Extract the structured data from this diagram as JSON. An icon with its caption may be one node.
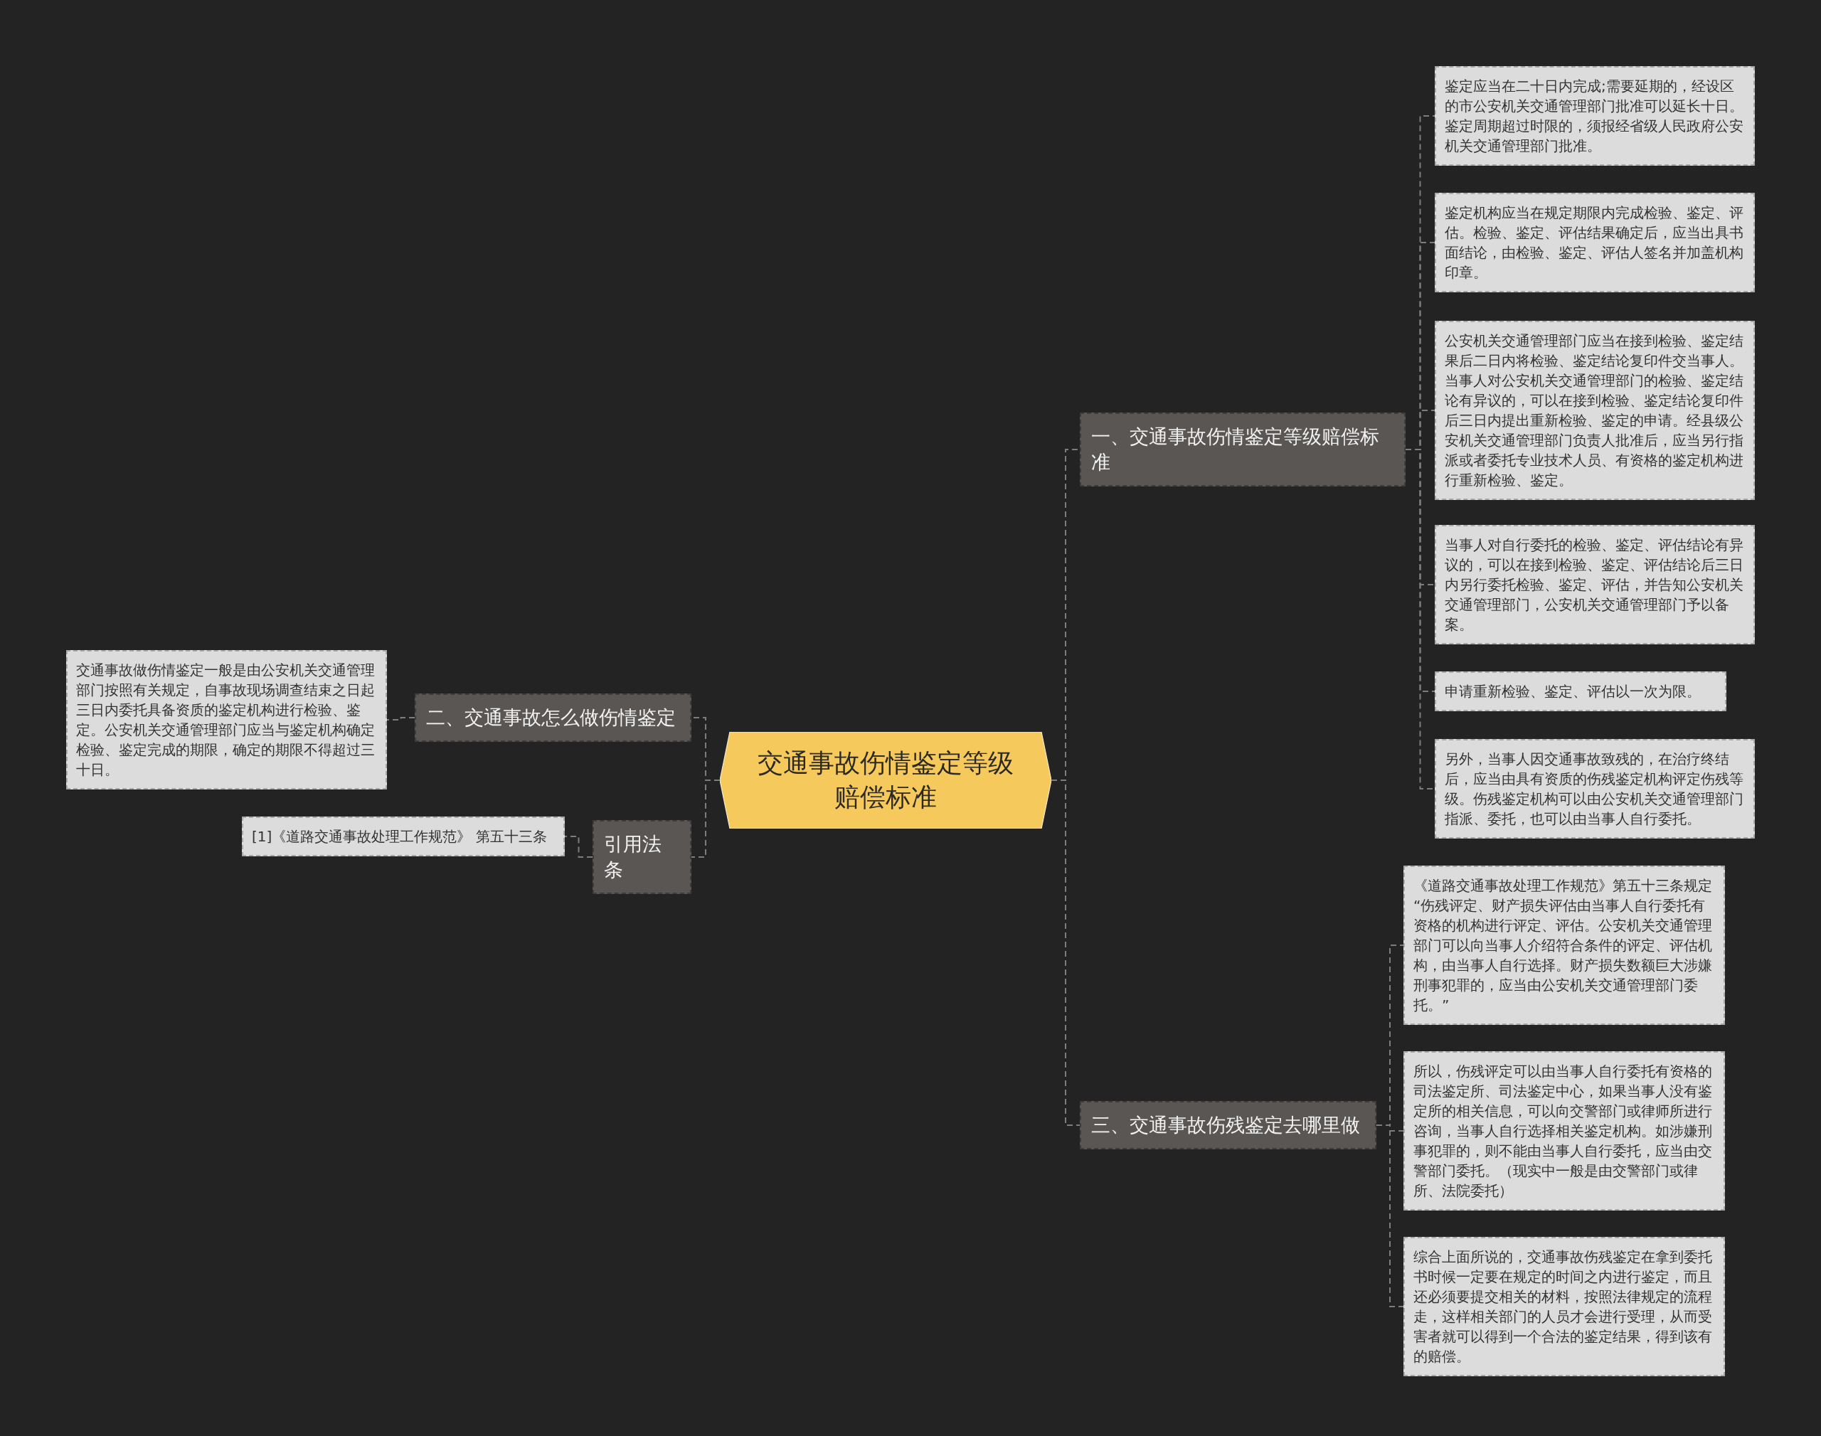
{
  "diagram": {
    "nodes": [
      {
        "text": [
          "交通事故伤情鉴定等级赔偿标准"
        ]
      },
      {
        "text": [
          "一、交通事故伤情鉴定等级赔偿标准"
        ]
      },
      {
        "text": [
          "鉴定应当在二十日内完成;需要延期的，经设区的市公安机关交通管理部门批准可以延长十日。鉴定周期超过时限的，须报经省级人民政府公安机关交通管理部门批准。"
        ]
      },
      {
        "text": [
          "鉴定机构应当在规定期限内完成检验、鉴定、评估。检验、鉴定、评估结果确定后，应当出具书面结论，由检验、鉴定、评估人签名并加盖机构印章。"
        ]
      },
      {
        "text": [
          "公安机关交通管理部门应当在接到检验、鉴定结果后二日内将检验、鉴定结论复印件交当事人。当事人对公安机关交通管理部门的检验、鉴定结论有异议的，可以在接到检验、鉴定结论复印件后三日内提出重新检验、鉴定的申请。经县级公安机关交通管理部门负责人批准后，应当另行指派或者委托专业技术人员、有资格的鉴定机构进行重新检验、鉴定。"
        ]
      },
      {
        "text": [
          "当事人对自行委托的检验、鉴定、评估结论有异议的，可以在接到检验、鉴定、评估结论后三日内另行委托检验、鉴定、评估，并告知公安机关交通管理部门，公安机关交通管理部门予以备案。"
        ]
      },
      {
        "text": [
          "申请重新检验、鉴定、评估以一次为限。"
        ]
      },
      {
        "text": [
          "另外，当事人因交通事故致残的，在治疗终结后，应当由具有资质的伤残鉴定机构评定伤残等级。伤残鉴定机构可以由公安机关交通管理部门指派、委托，也可以由当事人自行委托。"
        ]
      },
      {
        "text": [
          "三、交通事故伤残鉴定去哪里做"
        ]
      },
      {
        "text": [
          "《道路交通事故处理工作规范》第五十三条规定 “伤残评定、财产损失评估由当事人自行委托有资格的机构进行评定、评估。公安机关交通管理部门可以向当事人介绍符合条件的评定、评估机构，由当事人自行选择。财产损失数额巨大涉嫌刑事犯罪的，应当由公安机关交通管理部门委托。”"
        ]
      },
      {
        "text": [
          "所以，伤残评定可以由当事人自行委托有资格的司法鉴定所、司法鉴定中心，如果当事人没有鉴定所的相关信息，可以向交警部门或律师所进行咨询，当事人自行选择相关鉴定机构。如涉嫌刑事犯罪的，则不能由当事人自行委托，应当由交警部门委托。（现实中一般是由交警部门或律所、法院委托）"
        ]
      },
      {
        "text": [
          "综合上面所说的，交通事故伤残鉴定在拿到委托书时候一定要在规定的时间之内进行鉴定，而且还必须要提交相关的材料，按照法律规定的流程走，这样相关部门的人员才会进行受理，从而受害者就可以得到一个合法的鉴定结果，得到该有的赔偿。"
        ]
      },
      {
        "text": [
          "二、交通事故怎么做伤情鉴定"
        ]
      },
      {
        "text": [
          "交通事故做伤情鉴定一般是由公安机关交通管理部门按照有关规定，自事故现场调查结束之日起三日内委托具备资质的鉴定机构进行检验、鉴定。公安机关交通管理部门应当与鉴定机构确定检验、鉴定完成的期限，确定的期限不得超过三十日。"
        ]
      },
      {
        "text": [
          "引用法条"
        ]
      },
      {
        "text": [
          "[1]《道路交通事故处理工作规范》 第五十三条"
        ]
      }
    ],
    "edges": [
      {
        "from": 0,
        "to": 1,
        "arrow": "none"
      },
      {
        "from": 1,
        "to": 2,
        "arrow": "none"
      },
      {
        "from": 1,
        "to": 3,
        "arrow": "none"
      },
      {
        "from": 1,
        "to": 4,
        "arrow": "none"
      },
      {
        "from": 1,
        "to": 5,
        "arrow": "none"
      },
      {
        "from": 1,
        "to": 6,
        "arrow": "none"
      },
      {
        "from": 1,
        "to": 7,
        "arrow": "none"
      },
      {
        "from": 0,
        "to": 8,
        "arrow": "none"
      },
      {
        "from": 8,
        "to": 9,
        "arrow": "none"
      },
      {
        "from": 8,
        "to": 10,
        "arrow": "none"
      },
      {
        "from": 8,
        "to": 11,
        "arrow": "none"
      },
      {
        "from": 0,
        "to": 12,
        "arrow": "none"
      },
      {
        "from": 12,
        "to": 13,
        "arrow": "none"
      },
      {
        "from": 0,
        "to": 14,
        "arrow": "none"
      },
      {
        "from": 14,
        "to": 15,
        "arrow": "none"
      }
    ]
  }
}
